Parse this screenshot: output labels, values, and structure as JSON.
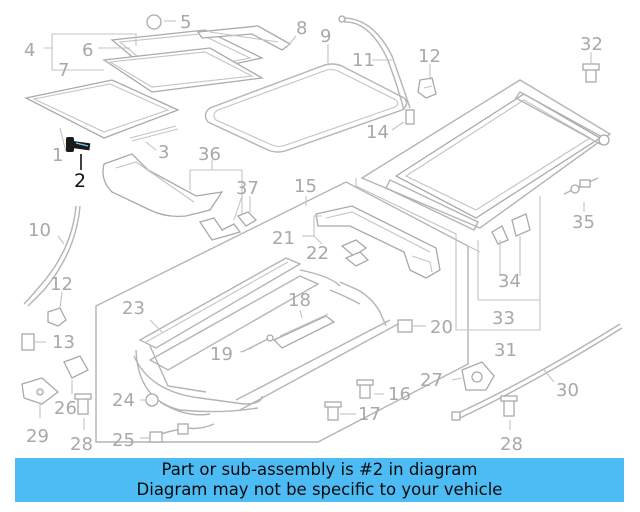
{
  "callouts": [
    "1",
    "2",
    "3",
    "4",
    "5",
    "6",
    "7",
    "8",
    "9",
    "10",
    "11",
    "12",
    "12",
    "13",
    "14",
    "15",
    "16",
    "17",
    "18",
    "19",
    "20",
    "21",
    "22",
    "23",
    "24",
    "25",
    "26",
    "27",
    "28",
    "28",
    "29",
    "30",
    "31",
    "32",
    "33",
    "34",
    "35",
    "36",
    "37"
  ],
  "highlighted_part": "2",
  "caption": {
    "line1": "Part or sub-assembly is #2 in diagram",
    "line2": "Diagram may not be specific to your vehicle"
  },
  "colors": {
    "line_art": "#b4b4b4",
    "callout_text": "#a8a8a8",
    "highlight": "#111111",
    "caption_background": "#4dbcf4"
  }
}
